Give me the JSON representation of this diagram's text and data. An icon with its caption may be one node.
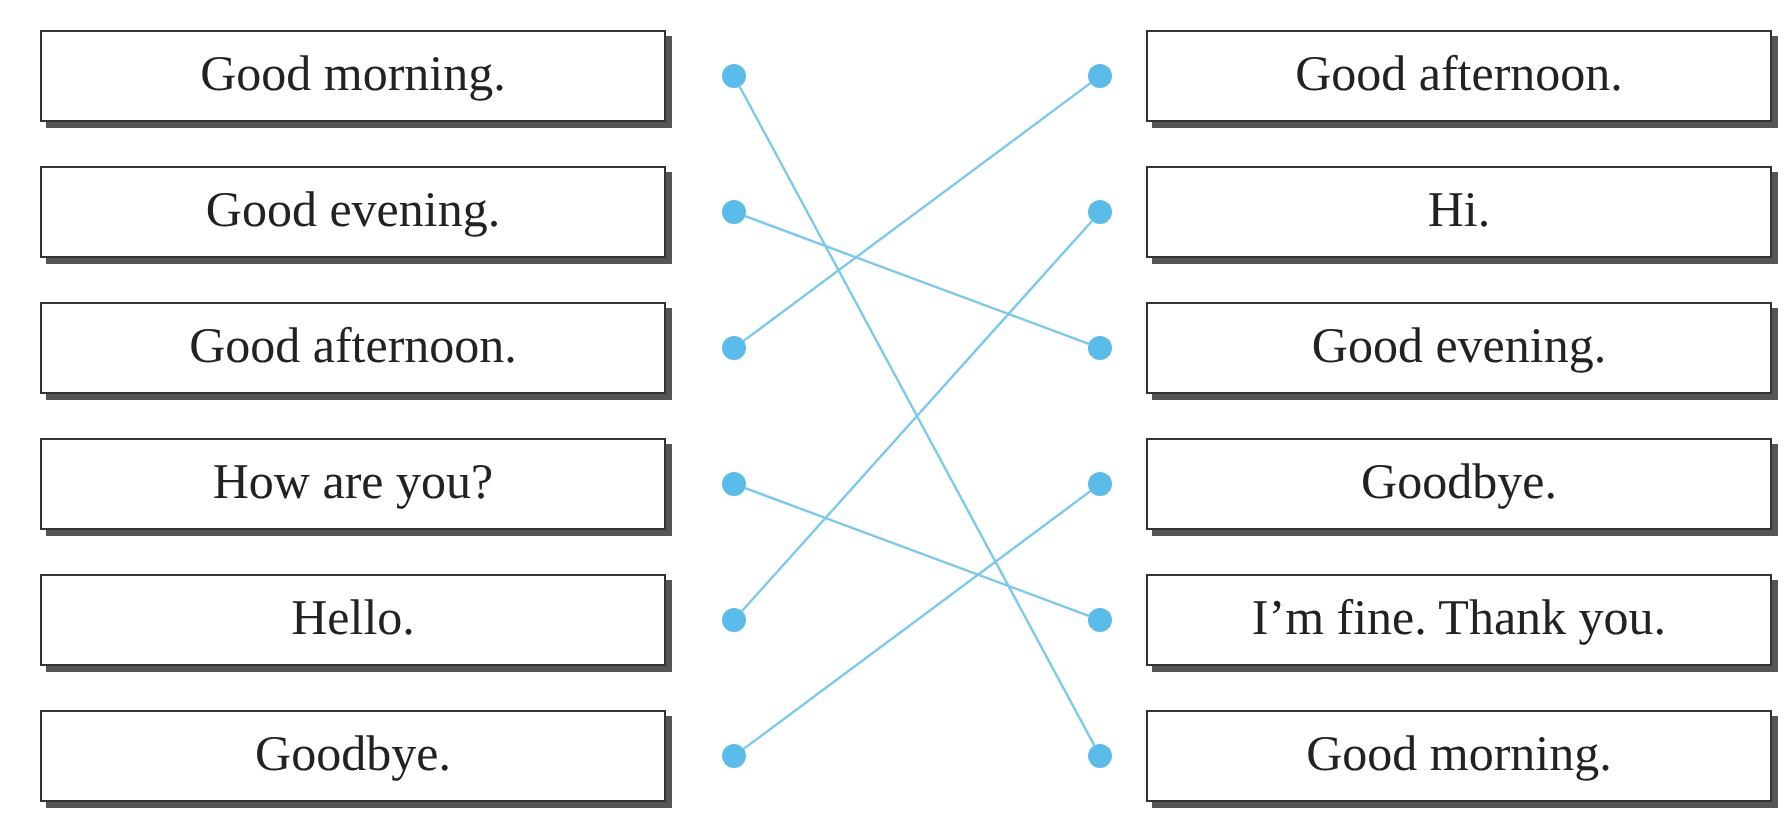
{
  "diagram": {
    "nodes": [
      {
        "text": [
          "Good morning."
        ]
      },
      {
        "text": [],
        "shape": "circle"
      },
      {
        "text": [],
        "shape": "circle"
      },
      {
        "text": [
          "Good afternoon."
        ]
      },
      {
        "text": [
          "Good evening."
        ]
      },
      {
        "text": [],
        "shape": "circle"
      },
      {
        "text": [],
        "shape": "circle"
      },
      {
        "text": [
          "Hi."
        ]
      },
      {
        "text": [
          "Good afternoon."
        ]
      },
      {
        "text": [],
        "shape": "circle"
      },
      {
        "text": [],
        "shape": "circle"
      },
      {
        "text": [
          "Good evening."
        ]
      },
      {
        "text": [
          "How are you?"
        ]
      },
      {
        "text": [],
        "shape": "circle"
      },
      {
        "text": [],
        "shape": "circle"
      },
      {
        "text": [
          "Goodbye."
        ]
      },
      {
        "text": [
          "Hello."
        ]
      },
      {
        "text": [],
        "shape": "circle"
      },
      {
        "text": [],
        "shape": "circle"
      },
      {
        "text": [
          "I’m fine. Thank you."
        ]
      },
      {
        "text": [
          "Goodbye."
        ]
      },
      {
        "text": [],
        "shape": "circle"
      },
      {
        "text": [],
        "shape": "circle"
      },
      {
        "text": [
          "Good morning."
        ]
      }
    ],
    "edges": [
      {
        "from": 1,
        "to": 22,
        "arrow": "none"
      },
      {
        "from": 5,
        "to": 10,
        "arrow": "none"
      },
      {
        "from": 9,
        "to": 2,
        "arrow": "none"
      },
      {
        "from": 13,
        "to": 18,
        "arrow": "none"
      },
      {
        "from": 17,
        "to": 6,
        "arrow": "none"
      },
      {
        "from": 21,
        "to": 14,
        "arrow": "none"
      }
    ]
  }
}
